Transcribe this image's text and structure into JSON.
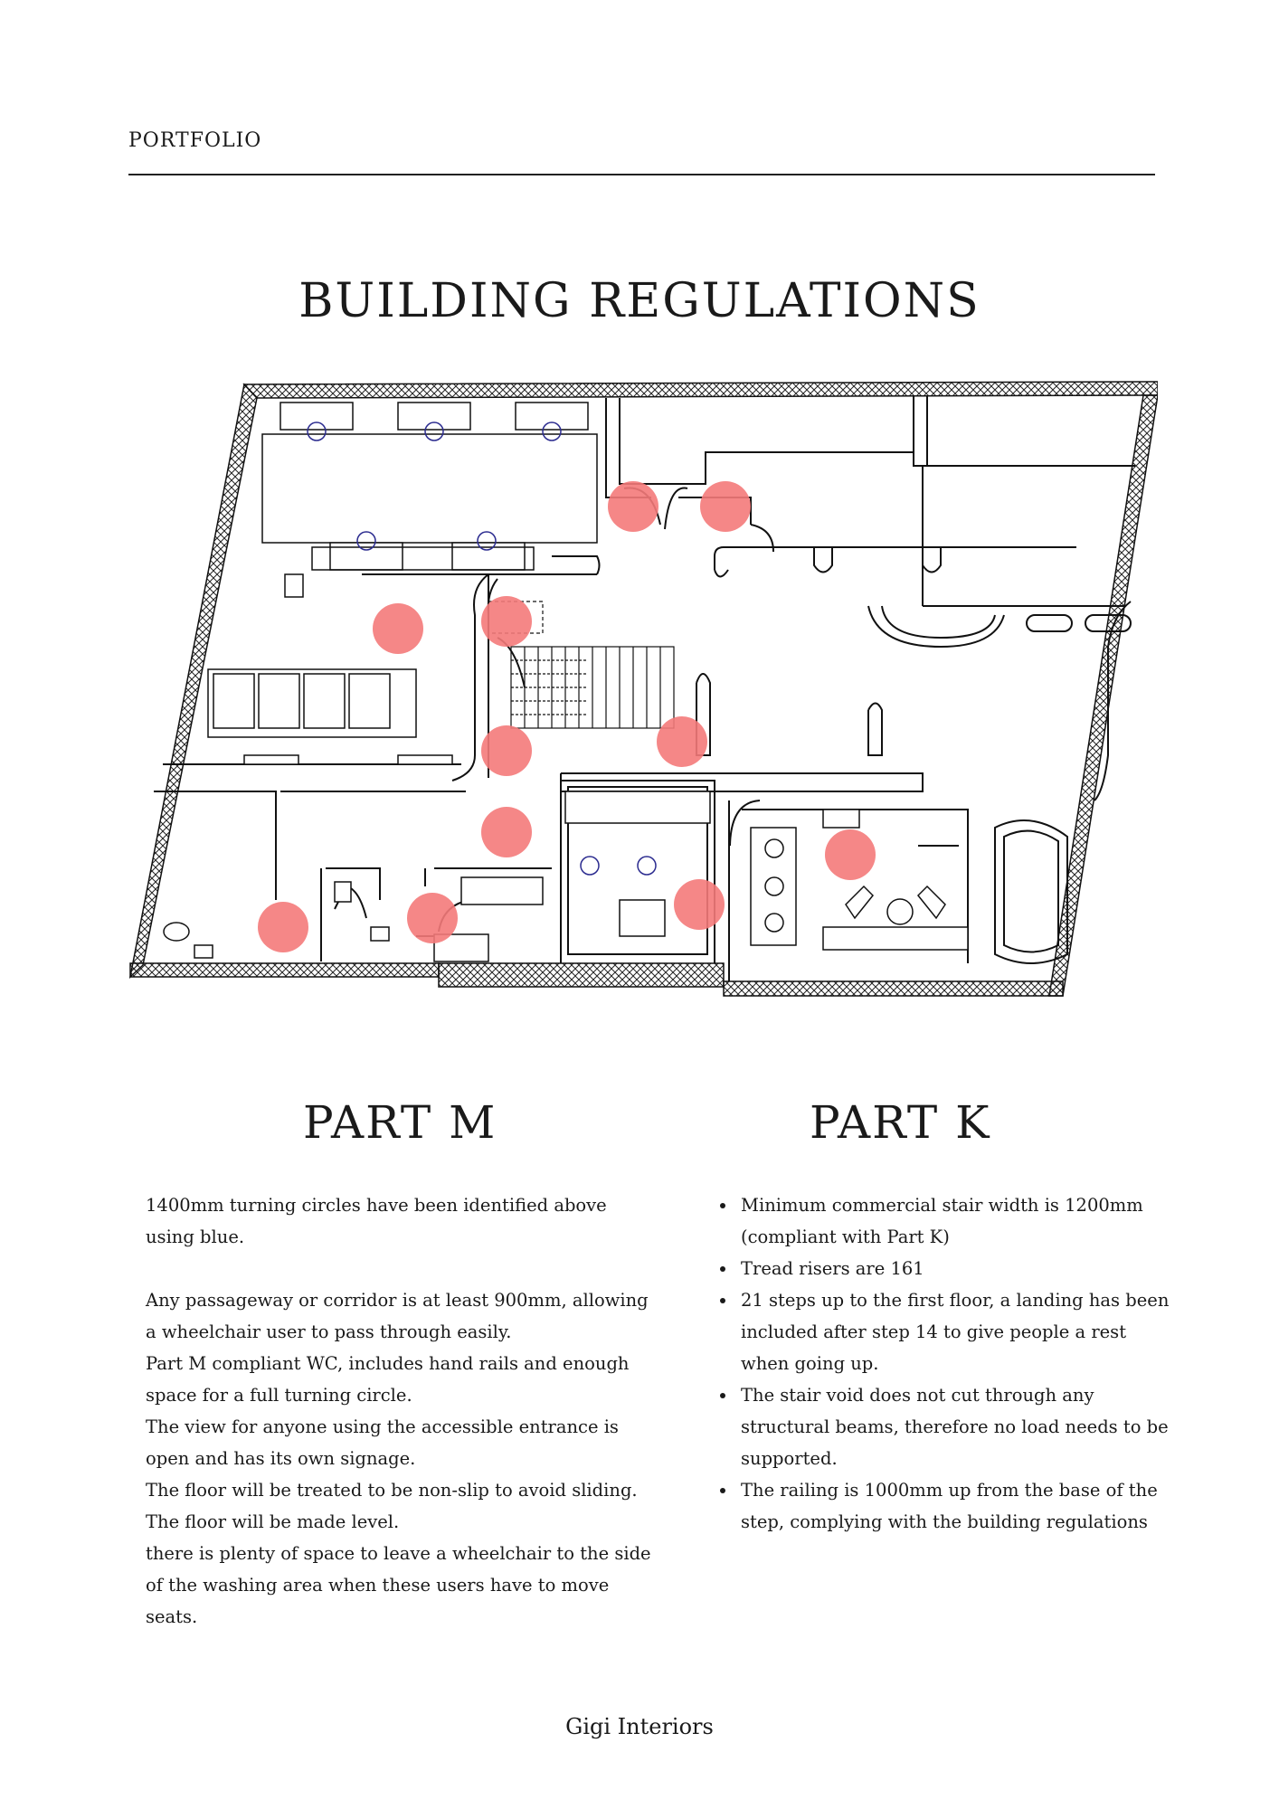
{
  "header": {
    "label": "PORTFOLIO"
  },
  "title": "BUILDING REGULATIONS",
  "colors": {
    "marker": "#f47a7a",
    "line": "#111111",
    "fixture": "#2b2b8f"
  },
  "part_m": {
    "heading": "PART M",
    "paragraphs": [
      "1400mm turning circles have been identified above using blue.",
      "Any passageway or corridor is at least 900mm, allowing a wheelchair user to pass through easily.",
      "Part M compliant WC, includes hand rails and enough space for a full turning circle.",
      "The view for anyone using the accessible entrance is open and has its own signage.",
      "The floor will be treated to be non-slip to avoid sliding.",
      "The floor will be made level.",
      "there is plenty of space to leave a wheelchair to the side of the washing area when these users have to move seats."
    ]
  },
  "part_k": {
    "heading": "PART K",
    "items": [
      "Minimum commercial stair width is 1200mm (compliant with Part K)",
      "Tread risers are 161",
      "21 steps up to the first floor, a landing has been included after step 14 to give people a rest when going up.",
      "The stair void does not cut through any structural beams, therefore no load needs to be supported.",
      "The railing is 1000mm up from the base of the step, complying with the building regulations"
    ]
  },
  "footer": {
    "text": "Gigi Interiors"
  }
}
